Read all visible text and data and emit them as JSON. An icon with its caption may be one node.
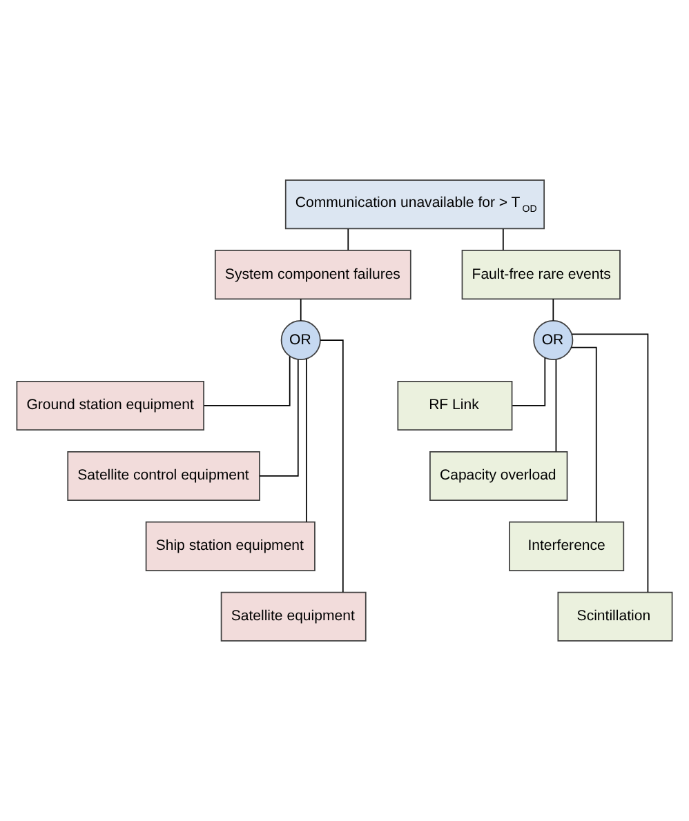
{
  "diagram": {
    "nodes": [
      {
        "text": [
          "Communication unavailable for > T$_{OD}$"
        ]
      },
      {
        "text": [
          "System component failures"
        ]
      },
      {
        "text": [
          "Fault-free rare events"
        ]
      },
      {
        "text": [
          "OR"
        ]
      },
      {
        "text": [
          "OR"
        ]
      },
      {
        "text": [
          "Ground station equipment"
        ]
      },
      {
        "text": [
          "Satellite control equipment"
        ]
      },
      {
        "text": [
          "Ship station equipment"
        ]
      },
      {
        "text": [
          "Satellite equipment"
        ]
      },
      {
        "text": [
          "RF Link"
        ]
      },
      {
        "text": [
          "Capacity overload"
        ]
      },
      {
        "text": [
          "Interference"
        ]
      },
      {
        "text": [
          "Scintillation"
        ]
      }
    ],
    "edges": [
      {
        "from": 0,
        "to": 1,
        "arrow": "none"
      },
      {
        "from": 0,
        "to": 2,
        "arrow": "none"
      },
      {
        "from": 1,
        "to": 3,
        "arrow": "none"
      },
      {
        "from": 2,
        "to": 4,
        "arrow": "none"
      },
      {
        "from": 3,
        "to": 5,
        "arrow": "none"
      },
      {
        "from": 3,
        "to": 6,
        "arrow": "none"
      },
      {
        "from": 3,
        "to": 7,
        "arrow": "none"
      },
      {
        "from": 3,
        "to": 8,
        "arrow": "none"
      },
      {
        "from": 4,
        "to": 9,
        "arrow": "none"
      },
      {
        "from": 4,
        "to": 10,
        "arrow": "none"
      },
      {
        "from": 4,
        "to": 11,
        "arrow": "none"
      },
      {
        "from": 4,
        "to": 12,
        "arrow": "none"
      }
    ]
  }
}
